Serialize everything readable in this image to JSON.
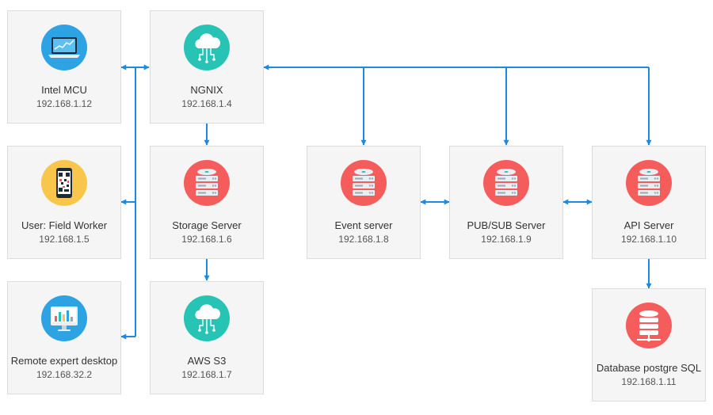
{
  "colors": {
    "link": "#1e88e5",
    "node_bg": "#f5f5f5",
    "server_red": "#f55d5d",
    "cloud_teal": "#27c3b4",
    "device_blue": "#2ea3e3",
    "device_yellow": "#f7c64a"
  },
  "nodes": {
    "intel_mcu": {
      "name": "Intel MCU",
      "ip": "192.168.1.12",
      "icon": "laptop-chart-icon"
    },
    "ngnix": {
      "name": "NGNIX",
      "ip": "192.168.1.4",
      "icon": "cloud-network-icon"
    },
    "field_worker": {
      "name": "User: Field Worker",
      "ip": "192.168.1.5",
      "icon": "smartphone-qr-icon"
    },
    "storage_server": {
      "name": "Storage Server",
      "ip": "192.168.1.6",
      "icon": "server-icon"
    },
    "remote_desktop": {
      "name": "Remote expert desktop",
      "ip": "192.168.32.2",
      "icon": "monitor-bar-chart-icon"
    },
    "aws_s3": {
      "name": "AWS S3",
      "ip": "192.168.1.7",
      "icon": "cloud-network-icon"
    },
    "event_server": {
      "name": "Event server",
      "ip": "192.168.1.8",
      "icon": "server-icon"
    },
    "pubsub_server": {
      "name": "PUB/SUB Server",
      "ip": "192.168.1.9",
      "icon": "server-icon"
    },
    "api_server": {
      "name": "API Server",
      "ip": "192.168.1.10",
      "icon": "server-icon"
    },
    "database": {
      "name": "Database postgre SQL",
      "ip": "192.168.1.11",
      "icon": "database-icon"
    }
  }
}
